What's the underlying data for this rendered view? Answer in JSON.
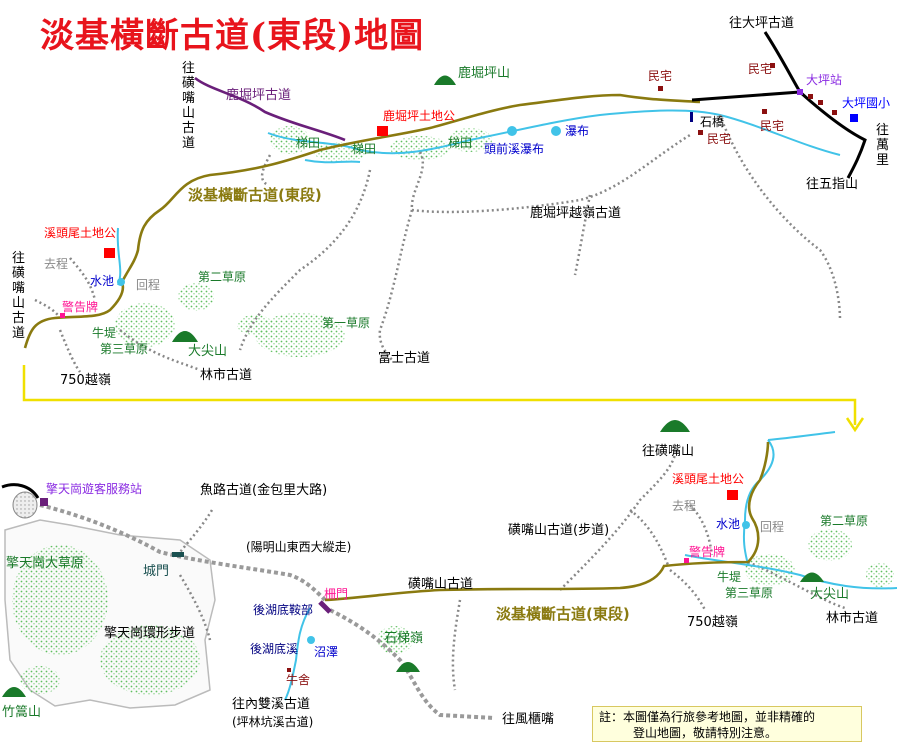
{
  "title": "淡基橫斷古道(東段)地圖",
  "note": {
    "line1": "註：本圖僅為行旅參考地圖，並非精確的",
    "line2": "登山地圖，敬請特別注意。"
  },
  "upper_map": {
    "labels": {
      "to_datping": "往大坪古道",
      "luku_trail": "鹿堀坪古道",
      "luku_mtn": "鹿堀坪山",
      "to_kehei_1": "往磺嘴山古道",
      "residence_a": "民宅",
      "residence_b": "民宅",
      "residence_c": "民宅",
      "residence_d": "民宅",
      "datping_station": "大坪站",
      "datping_school": "大坪國小",
      "luku_shrine": "鹿堀坪土地公",
      "stone_bridge": "石橋",
      "waterfall": "瀑布",
      "tiantou_falls": "頭前溪瀑布",
      "terrace_1": "梯田",
      "terrace_2": "梯田",
      "terrace_3": "梯田",
      "to_wanli": "往萬里",
      "to_wuzhi": "往五指山",
      "trail_name": "淡基橫斷古道(東段)",
      "luku_ridge": "鹿堀坪越嶺古道",
      "xitou_shrine": "溪頭尾土地公",
      "outbound": "去程",
      "return": "回程",
      "pond": "水池",
      "to_kehei_2": "往磺嘴山古道",
      "warning": "警告牌",
      "meadow_2": "第二草原",
      "meadow_1": "第一草原",
      "cattle_bank": "牛堤",
      "meadow_3": "第三草原",
      "datian_mtn": "大尖山",
      "fuji_trail": "富士古道",
      "trail_750": "750越嶺",
      "linshi_trail": "林市古道"
    }
  },
  "lower_map": {
    "labels": {
      "to_kehei_mtn": "往磺嘴山",
      "qtg_visitor": "擎天崗遊客服務站",
      "yulu_trail": "魚路古道(金包里大路)",
      "xitou_shrine": "溪頭尾土地公",
      "outbound": "去程",
      "pond": "水池",
      "return": "回程",
      "kehei_trail_path": "磺嘴山古道(步道)",
      "meadow_2": "第二草原",
      "yms_trail": "(陽明山東西大縱走)",
      "qtg_meadow": "擎天崗大草原",
      "city_gate": "城門",
      "warning": "警告牌",
      "cattle_bank": "牛堤",
      "meadow_3": "第三草原",
      "datian_mtn": "大尖山",
      "kehei_trail": "磺嘴山古道",
      "gate": "柵門",
      "houhu_saddle": "後湖底鞍部",
      "trail_name": "淡基橫斷古道(東段)",
      "trail_750": "750越嶺",
      "linshi_trail": "林市古道",
      "qtg_loop": "擎天崗環形步道",
      "shiti_ridge": "石梯嶺",
      "houhu_creek": "後湖底溪",
      "marsh": "沼澤",
      "cowshed": "牛舍",
      "to_neishuang": "往內雙溪古道",
      "pinglin_trail": "(坪林坑溪古道)",
      "to_fengkui": "往風櫃嘴",
      "zhusheng_mtn": "竹篙山"
    }
  },
  "colors": {
    "title": "#e8141c",
    "trail": "#8a7a10",
    "stream": "#41c3e8",
    "road": "#000000",
    "luku_trail": "#6a1f7a",
    "meadow": "#5fbf5f",
    "shrine": "#ff0000",
    "warning": "#ff1493",
    "residence": "#8b1010",
    "connector_arrow": "#f0e000"
  }
}
